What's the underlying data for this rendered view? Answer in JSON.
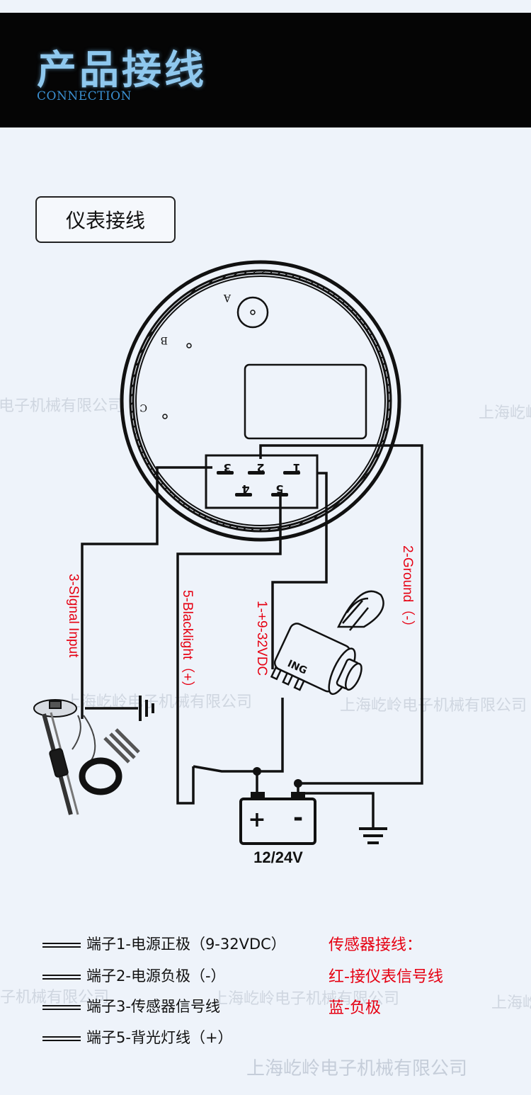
{
  "header": {
    "title": "产品接线",
    "subtitle": "CONNECTION"
  },
  "section": {
    "label": "仪表接线"
  },
  "gauge": {
    "label_a": "A",
    "label_b": "B",
    "label_c": "C",
    "terminals": [
      "1",
      "2",
      "3",
      "4",
      "5"
    ]
  },
  "wires": {
    "signal": "3-SIgnal Input",
    "backlight": "5-Blacklight（+）",
    "power": "1-+9-32VDC",
    "ground": "2-Ground（-）"
  },
  "ignition": {
    "label": "ING"
  },
  "battery": {
    "plus": "+",
    "minus": "-",
    "voltage": "12/24V"
  },
  "legend": [
    "端子1-电源正极（9-32VDC）",
    "端子2-电源负极（-）",
    "端子3-传感器信号线",
    "端子5-背光灯线（+）"
  ],
  "sensor_wiring": {
    "title": "传感器接线：",
    "red": "红-接仪表信号线",
    "blue": "蓝-负极"
  },
  "watermark": "上海屹岭电子机械有限公司",
  "colors": {
    "background": "#eef3fa",
    "header_bg": "#050505",
    "header_title": "#8fc8ee",
    "header_subtitle": "#3a8fd0",
    "label_red": "#e60012",
    "wire": "#111111"
  }
}
